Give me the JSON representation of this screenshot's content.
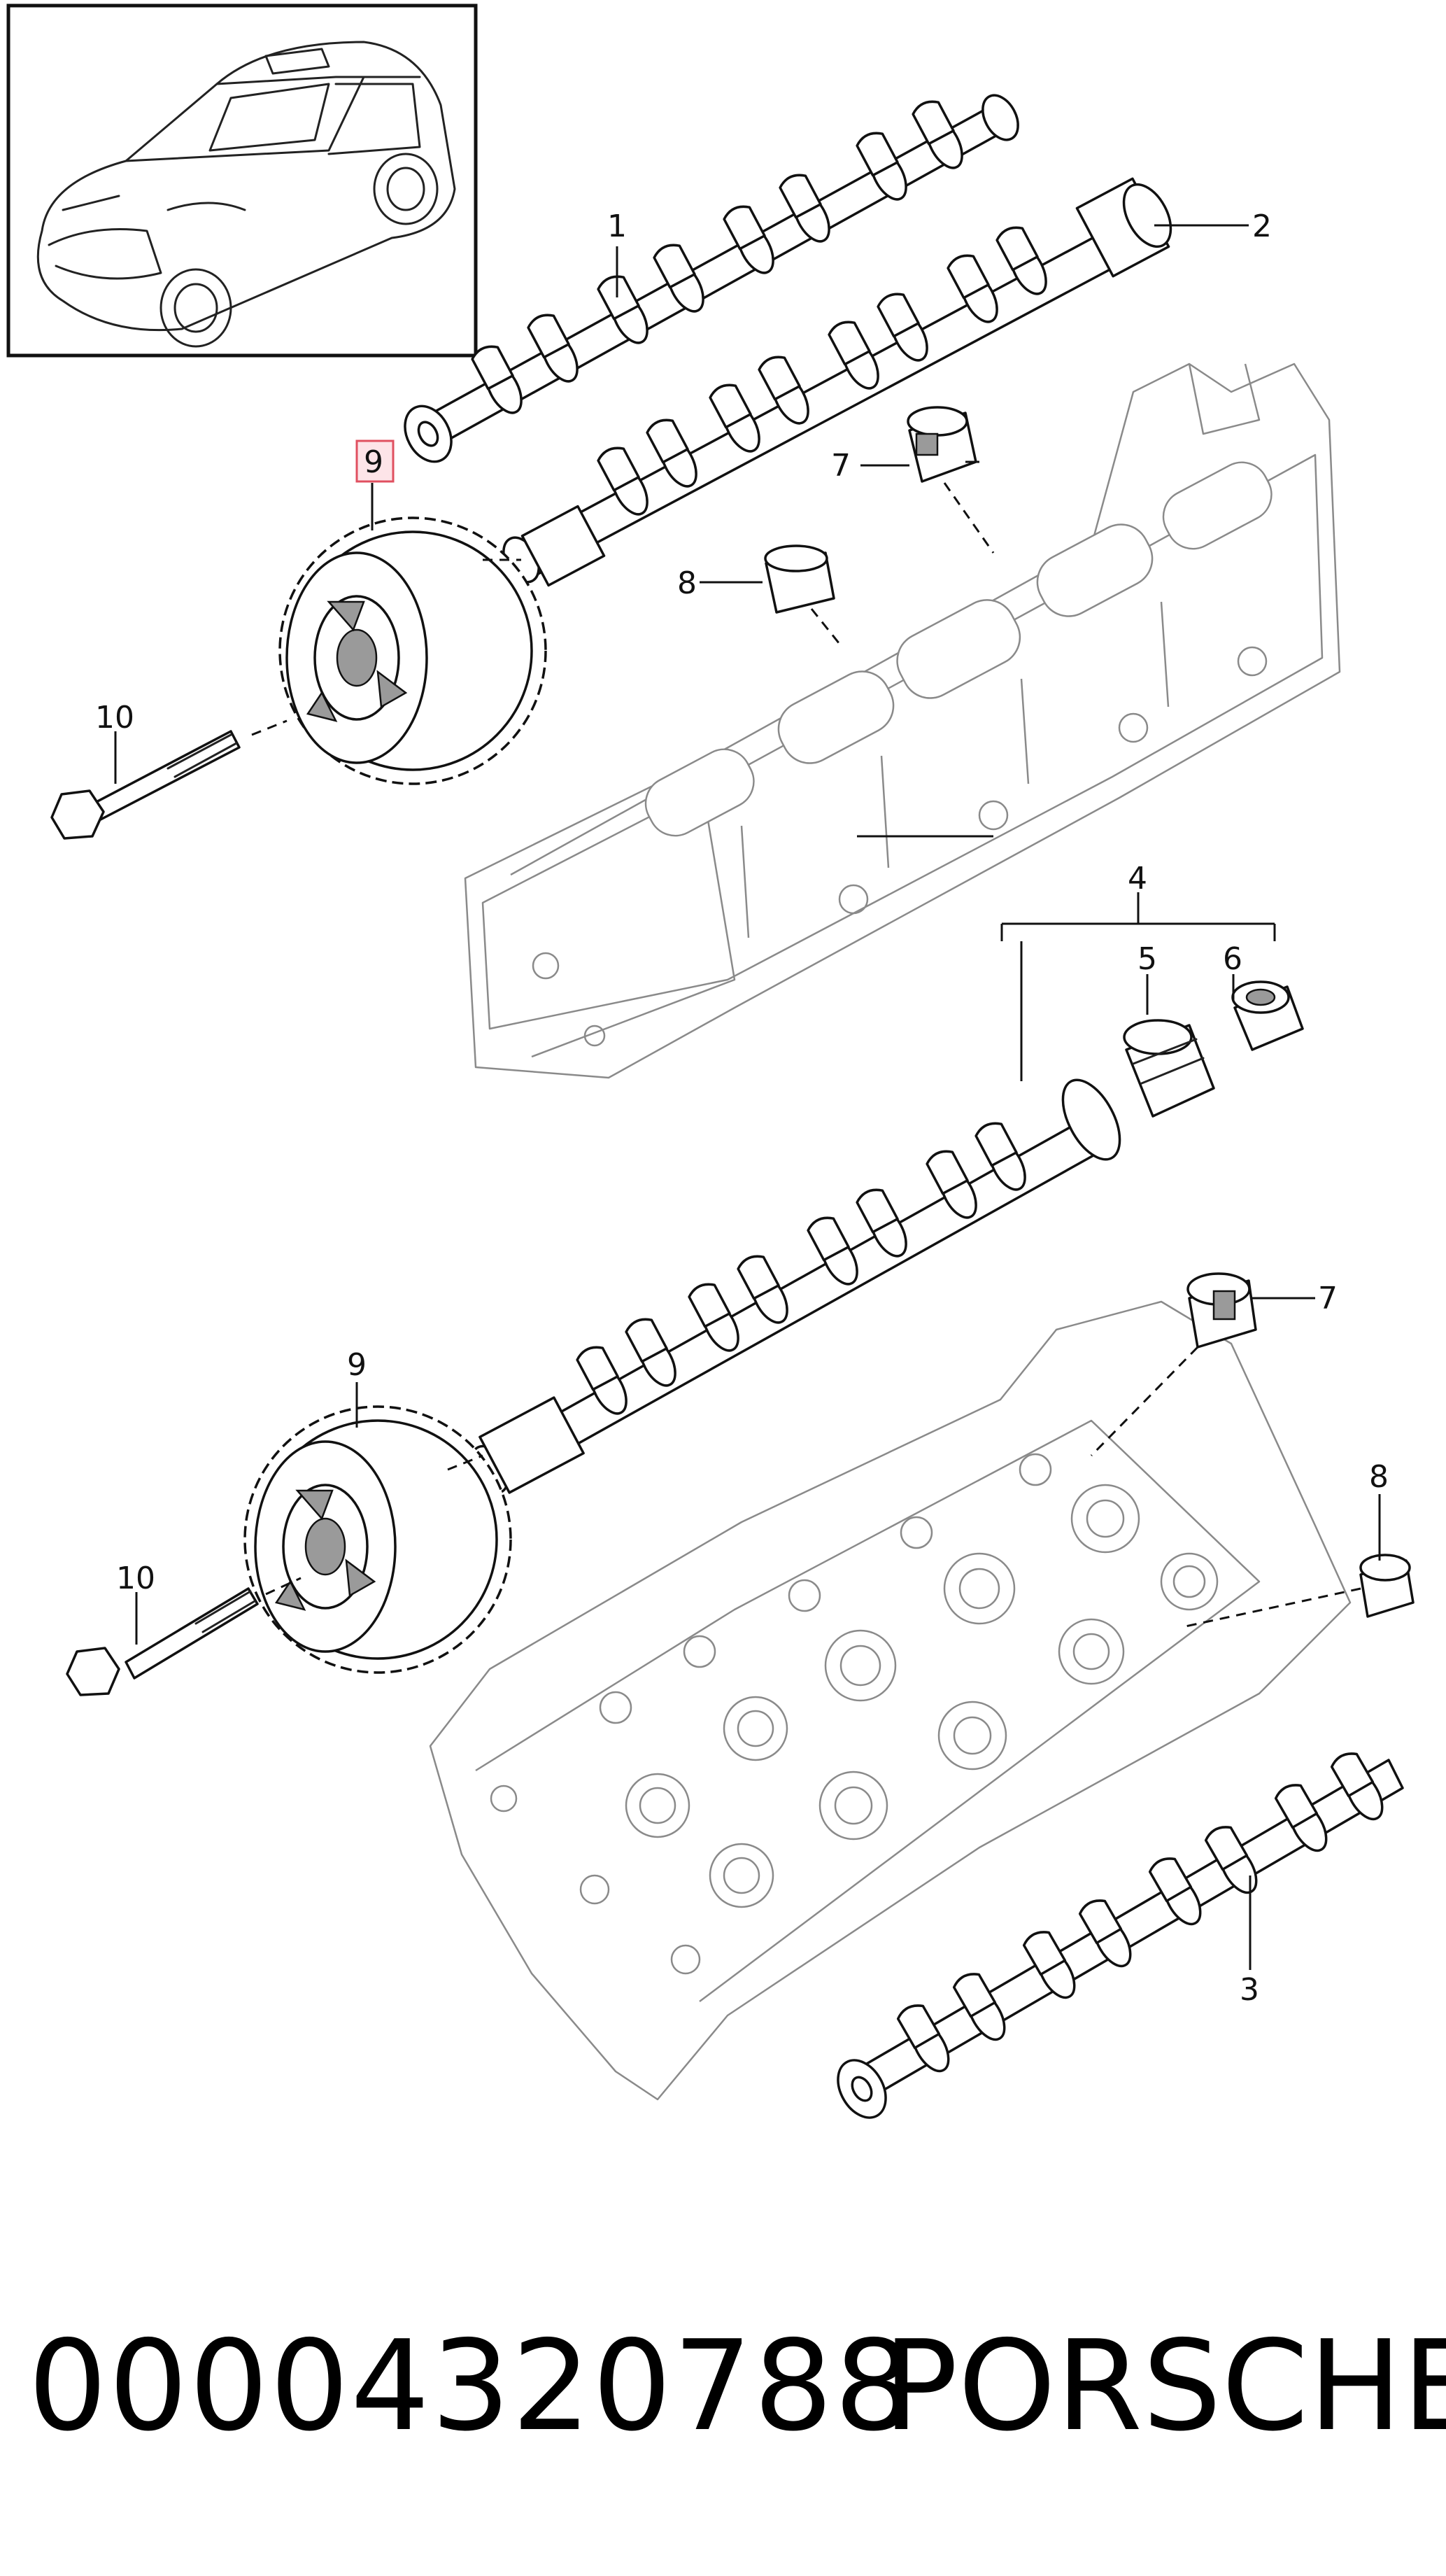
{
  "callouts": {
    "c1": "1",
    "c2": "2",
    "c3": "3",
    "c4": "4",
    "c5": "5",
    "c6": "6",
    "c7a": "7",
    "c7b": "7",
    "c8a": "8",
    "c8b": "8",
    "c9a": "9",
    "c9b": "9",
    "c10a": "10",
    "c10b": "10"
  },
  "caption": {
    "part_number": "00004320788",
    "brand": "PORSCHE"
  },
  "colors": {
    "line": "#111111",
    "head_outline": "#8a8a8a",
    "highlight_box": "#e05060",
    "highlight_fill": "#fde4e8"
  }
}
